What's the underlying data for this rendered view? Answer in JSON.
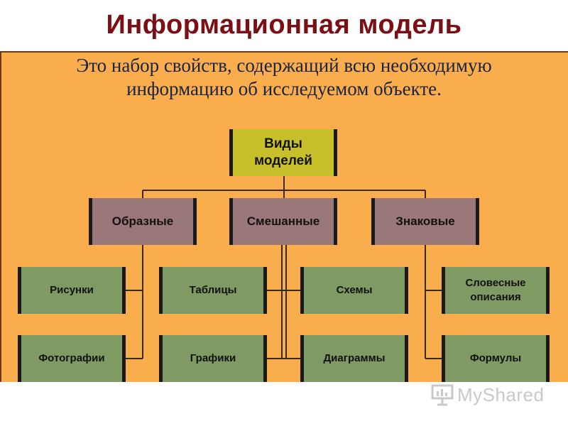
{
  "title": "Информационная модель",
  "definition": "Это набор свойств, содержащий всю необходимую информацию об исследуемом объекте.",
  "tree": {
    "root": "Виды моделей",
    "categories": [
      "Образные",
      "Смешанные",
      "Знаковые"
    ],
    "leaves": {
      "obraznye": [
        "Рисунки",
        "Фотографии"
      ],
      "smeshannye_left": [
        "Таблицы",
        "Графики"
      ],
      "smeshannye_right": [
        "Схемы",
        "Диаграммы"
      ],
      "znakovye": [
        "Словесные описания",
        "Формулы"
      ]
    }
  },
  "colors": {
    "background": "#f9ad4d",
    "title": "#7a0f14",
    "root": "#c8c02a",
    "category": "#9a7778",
    "leaf": "#7f9a63"
  },
  "watermark": "MyShared"
}
